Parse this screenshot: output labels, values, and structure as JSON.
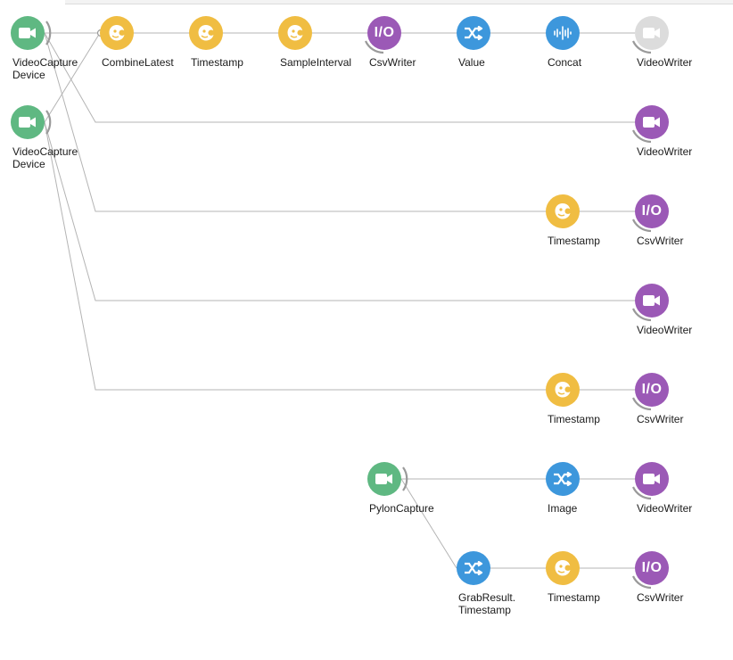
{
  "colors": {
    "source_green": "#5fb882",
    "transform_yellow": "#f0bd42",
    "sink_purple": "#9b59b6",
    "combinator_blue": "#3d97dc",
    "disabled_gray": "#dcdcdc",
    "edge_gray": "#b4b4b4"
  },
  "nodes": [
    {
      "id": "n1",
      "label": "VideoCapture\nDevice",
      "kind": "source",
      "icon": "video-camera-icon"
    },
    {
      "id": "n2",
      "label": "CombineLatest",
      "kind": "transform",
      "icon": "rx-operator-icon"
    },
    {
      "id": "n3",
      "label": "Timestamp",
      "kind": "transform",
      "icon": "rx-operator-icon"
    },
    {
      "id": "n4",
      "label": "SampleInterval",
      "kind": "transform",
      "icon": "rx-operator-icon"
    },
    {
      "id": "n5",
      "label": "CsvWriter",
      "kind": "sink",
      "icon": "io-icon"
    },
    {
      "id": "n6",
      "label": "Value",
      "kind": "combinator",
      "icon": "shuffle-icon"
    },
    {
      "id": "n7",
      "label": "Concat",
      "kind": "combinator",
      "icon": "waveform-icon"
    },
    {
      "id": "n8",
      "label": "VideoWriter",
      "kind": "disabled",
      "icon": "video-camera-icon"
    },
    {
      "id": "n9",
      "label": "VideoCapture\nDevice",
      "kind": "source",
      "icon": "video-camera-icon"
    },
    {
      "id": "n10",
      "label": "VideoWriter",
      "kind": "sink",
      "icon": "video-camera-icon"
    },
    {
      "id": "n11",
      "label": "Timestamp",
      "kind": "transform",
      "icon": "rx-operator-icon"
    },
    {
      "id": "n12",
      "label": "CsvWriter",
      "kind": "sink",
      "icon": "io-icon"
    },
    {
      "id": "n13",
      "label": "VideoWriter",
      "kind": "sink",
      "icon": "video-camera-icon"
    },
    {
      "id": "n14",
      "label": "Timestamp",
      "kind": "transform",
      "icon": "rx-operator-icon"
    },
    {
      "id": "n15",
      "label": "CsvWriter",
      "kind": "sink",
      "icon": "io-icon"
    },
    {
      "id": "n16",
      "label": "PylonCapture",
      "kind": "source",
      "icon": "video-camera-icon"
    },
    {
      "id": "n17",
      "label": "Image",
      "kind": "combinator",
      "icon": "shuffle-icon"
    },
    {
      "id": "n18",
      "label": "VideoWriter",
      "kind": "sink",
      "icon": "video-camera-icon"
    },
    {
      "id": "n19",
      "label": "GrabResult.\nTimestamp",
      "kind": "combinator",
      "icon": "shuffle-icon"
    },
    {
      "id": "n20",
      "label": "Timestamp",
      "kind": "transform",
      "icon": "rx-operator-icon"
    },
    {
      "id": "n21",
      "label": "CsvWriter",
      "kind": "sink",
      "icon": "io-icon"
    }
  ],
  "edges": [
    [
      "n1",
      "n2"
    ],
    [
      "n9",
      "n2"
    ],
    [
      "n2",
      "n3"
    ],
    [
      "n3",
      "n4"
    ],
    [
      "n4",
      "n5"
    ],
    [
      "n5",
      "n6"
    ],
    [
      "n6",
      "n7"
    ],
    [
      "n7",
      "n8"
    ],
    [
      "n1",
      "n10"
    ],
    [
      "n1",
      "n11"
    ],
    [
      "n11",
      "n12"
    ],
    [
      "n9",
      "n13"
    ],
    [
      "n9",
      "n14"
    ],
    [
      "n14",
      "n15"
    ],
    [
      "n16",
      "n17"
    ],
    [
      "n17",
      "n18"
    ],
    [
      "n16",
      "n19"
    ],
    [
      "n19",
      "n20"
    ],
    [
      "n20",
      "n21"
    ]
  ]
}
